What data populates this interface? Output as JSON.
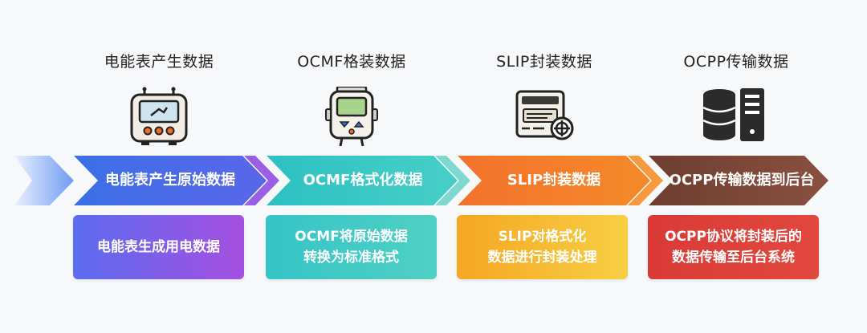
{
  "steps": [
    {
      "title": "电能表产生数据",
      "arrow": "电能表产生原始数据",
      "desc": "电能表生成用电数据"
    },
    {
      "title": "OCMF格装数据",
      "arrow": "OCMF格式化数据",
      "desc": "OCMF将原始数据\n转换为标准格式"
    },
    {
      "title": "SLIP封装数据",
      "arrow": "SLIP封装数据",
      "desc": "SLIP对格式化\n数据进行封装处理"
    },
    {
      "title": "OCPP传输数据",
      "arrow": "OCPP传输数据到后台",
      "desc": "OCPP协议将封装后的\n数据传输至后台系统"
    }
  ],
  "icons": [
    "meter-icon",
    "handheld-device-icon",
    "document-settings-icon",
    "server-database-icon"
  ],
  "colors": {
    "arrow1": "#3f6ee8",
    "arrow2": "#2fc3c1",
    "arrow3": "#f0682e",
    "arrow4": "#7a4636",
    "card1_start": "#5b6cf0",
    "card1_end": "#a54fe0",
    "card2": "#3cc8c4",
    "card3_start": "#f5a623",
    "card3_end": "#f7d046",
    "card4": "#e0413a"
  }
}
